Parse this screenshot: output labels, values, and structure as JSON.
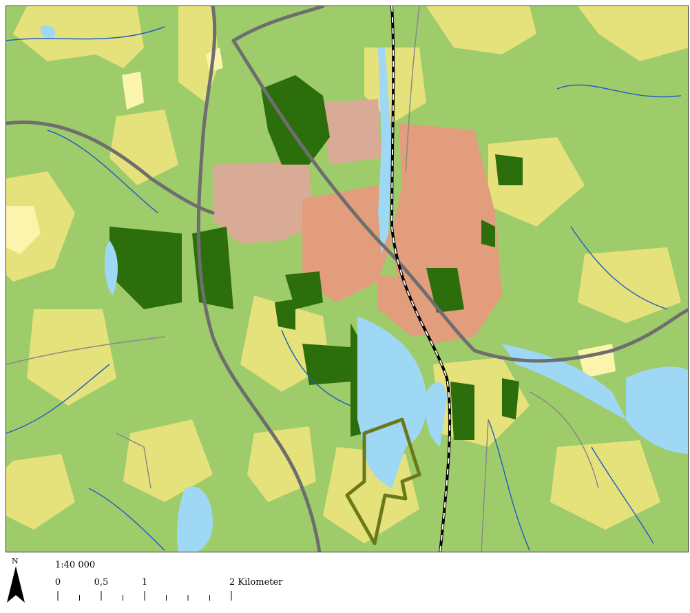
{
  "map": {
    "colors": {
      "forest": "#9fcc6b",
      "open_land": "#e6e27b",
      "farmland": "#fbf4ad",
      "dense_forest": "#2b6e0b",
      "water": "#9ed8f5",
      "urban_low": "#d9aa95",
      "urban_high": "#e29d7c",
      "road_major": "#6e6e6e",
      "railway": "#000000",
      "stream": "#2360c0",
      "reserve_outline": "#6a7a1a"
    }
  },
  "legend": {
    "north_label": "N",
    "scale_text": "1:40 000",
    "scalebar": {
      "labels": [
        {
          "value": "0",
          "pos": 0
        },
        {
          "value": "0,5",
          "pos": 0.5
        },
        {
          "value": "1",
          "pos": 1
        },
        {
          "value": "2 Kilometer",
          "pos": 2
        }
      ],
      "max_km": 2
    }
  }
}
